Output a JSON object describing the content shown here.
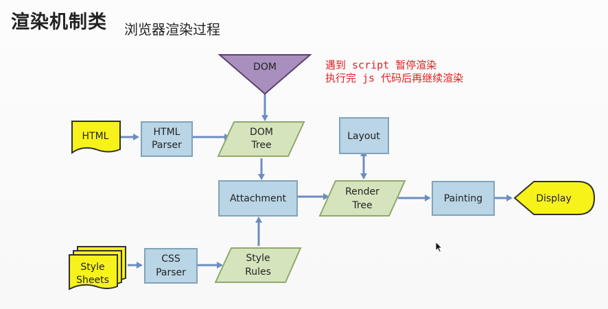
{
  "header": {
    "title": "渲染机制类",
    "subtitle": "浏览器渲染过程"
  },
  "annotation": {
    "line1": "遇到 script 暂停渲染",
    "line2": "执行完 js 代码后再继续渲染"
  },
  "nodes": {
    "dom": "DOM",
    "html": "HTML",
    "html_parser_1": "HTML",
    "html_parser_2": "Parser",
    "dom_tree_1": "DOM",
    "dom_tree_2": "Tree",
    "layout": "Layout",
    "attachment": "Attachment",
    "render_tree_1": "Render",
    "render_tree_2": "Tree",
    "painting": "Painting",
    "display": "Display",
    "style_sheets_1": "Style",
    "style_sheets_2": "Sheets",
    "css_parser_1": "CSS",
    "css_parser_2": "Parser",
    "style_rules_1": "Style",
    "style_rules_2": "Rules"
  },
  "colors": {
    "process_fill": "#b9d5e6",
    "process_stroke": "#7fa3ba",
    "data_fill": "#d6e4be",
    "data_stroke": "#8fa86a",
    "doc_fill": "#f7f21a",
    "doc_stroke": "#2f2f2f",
    "dom_fill": "#a98fbe",
    "dom_stroke": "#5c3f70",
    "arrow": "#6d8dbf",
    "note": "#e02020"
  }
}
